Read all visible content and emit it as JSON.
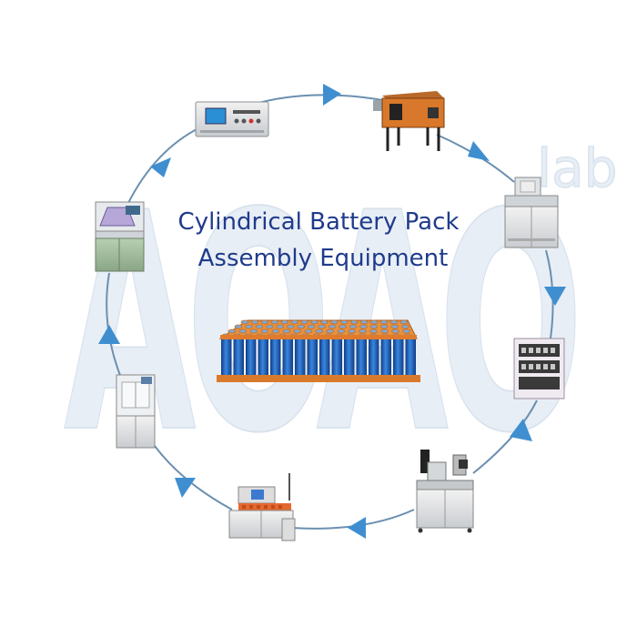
{
  "title": {
    "line1": "Cylindrical Battery Pack",
    "line2": "Assembly Equipment"
  },
  "watermark": {
    "brand": "AOAO",
    "suffix": "lab"
  },
  "colors": {
    "title": "#1f3b8c",
    "arrow": "#3f8fd0",
    "cycle_line": "#6a8fb0",
    "watermark": "#e4ecf4",
    "cell_blue": "#1f5fb5",
    "cell_cap": "#e08a3a"
  },
  "machines": [
    {
      "name": "test-instrument",
      "icon": "analyzer-icon"
    },
    {
      "name": "shrink-tunnel",
      "icon": "heat-tunnel-icon"
    },
    {
      "name": "laser-marker",
      "icon": "workstation-icon"
    },
    {
      "name": "grading-cabinet",
      "icon": "cabinet-icon"
    },
    {
      "name": "spot-welder",
      "icon": "welder-icon"
    },
    {
      "name": "sorting-machine",
      "icon": "sorter-icon"
    },
    {
      "name": "glue-station",
      "icon": "enclosure-icon"
    },
    {
      "name": "cell-tester",
      "icon": "tester-icon"
    }
  ]
}
